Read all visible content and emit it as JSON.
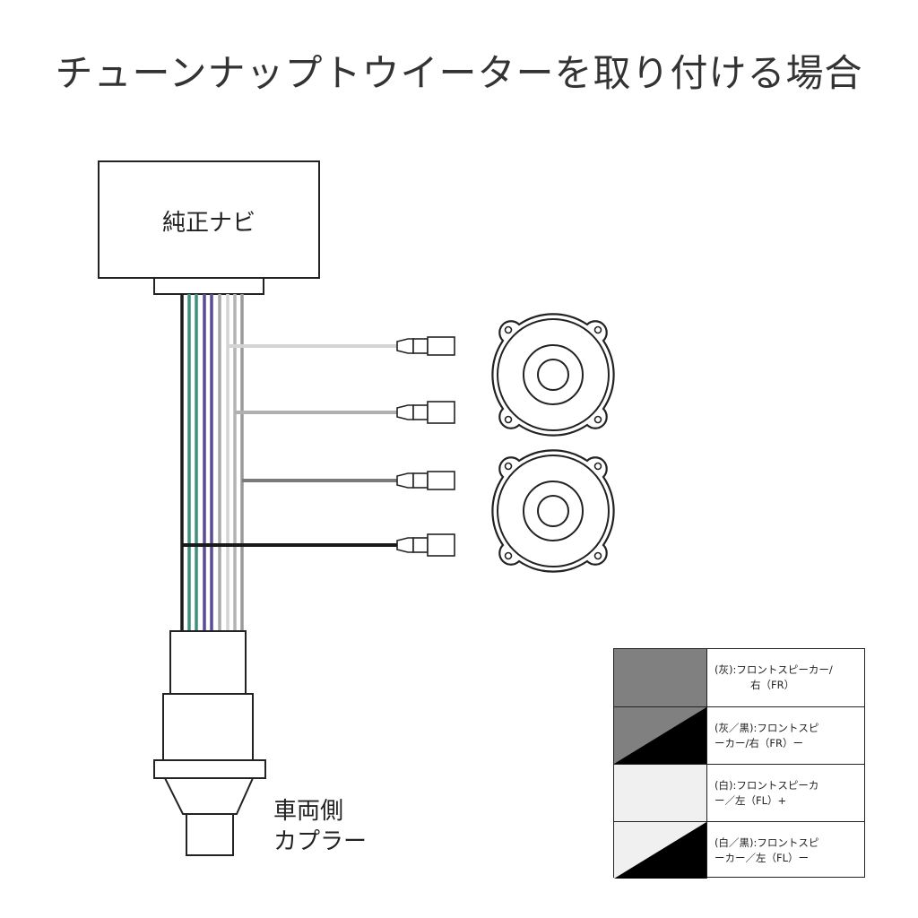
{
  "title": "チューンナップトウイーターを取り付ける場合",
  "navi": {
    "label": "純正ナビ"
  },
  "coupler": {
    "line1": "車両側",
    "line2": "カプラー"
  },
  "wire_colors": {
    "black": "#1a1a1a",
    "green": "#3f8f7d",
    "purple": "#5a4b94",
    "gray_light": "#d4d4d4",
    "gray_mid": "#a8a8a8",
    "gray_dark": "#7a7a7a"
  },
  "legend": [
    {
      "swatch": "solid-gray",
      "line1": "(灰):フロントスピーカー/",
      "line2": "右（FR）"
    },
    {
      "swatch": "gray-black",
      "line1": "(灰／黒):フロントスピ",
      "line2": "ーカー/右（FR）ー"
    },
    {
      "swatch": "solid-white",
      "line1": "(白):フロントスピーカ",
      "line2": "ー／左（FL）+"
    },
    {
      "swatch": "white-black",
      "line1": "(白／黒):フロントスピ",
      "line2": "ーカー／左（FL）ー"
    }
  ]
}
